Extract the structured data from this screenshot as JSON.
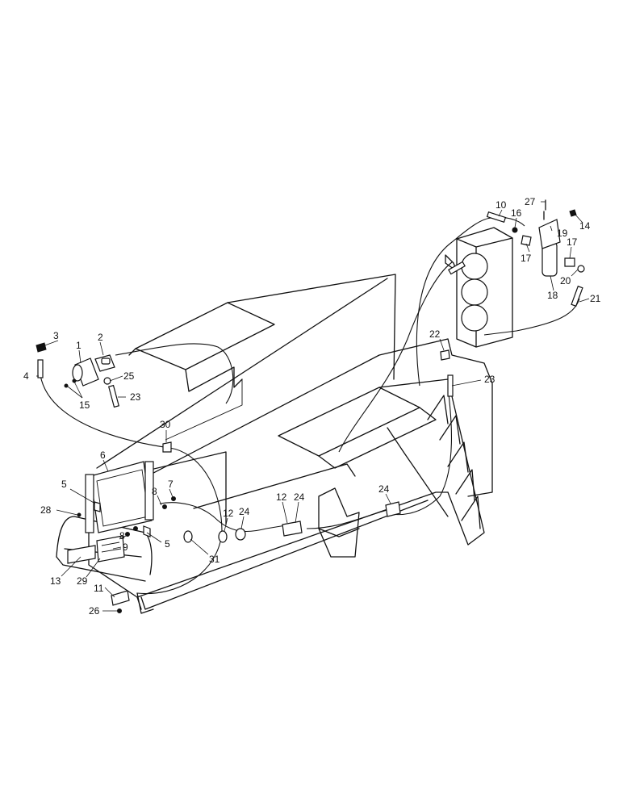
{
  "callouts": [
    {
      "id": "c1",
      "text": "1"
    },
    {
      "id": "c2",
      "text": "2"
    },
    {
      "id": "c3",
      "text": "3"
    },
    {
      "id": "c4",
      "text": "4"
    },
    {
      "id": "c5a",
      "text": "5"
    },
    {
      "id": "c5b",
      "text": "5"
    },
    {
      "id": "c6",
      "text": "6"
    },
    {
      "id": "c7",
      "text": "7"
    },
    {
      "id": "c8a",
      "text": "8"
    },
    {
      "id": "c8b",
      "text": "8"
    },
    {
      "id": "c9",
      "text": "9"
    },
    {
      "id": "c10",
      "text": "10"
    },
    {
      "id": "c11",
      "text": "11"
    },
    {
      "id": "c12a",
      "text": "12"
    },
    {
      "id": "c12b",
      "text": "12"
    },
    {
      "id": "c13",
      "text": "13"
    },
    {
      "id": "c14",
      "text": "14"
    },
    {
      "id": "c15",
      "text": "15"
    },
    {
      "id": "c16",
      "text": "16"
    },
    {
      "id": "c17a",
      "text": "17"
    },
    {
      "id": "c17b",
      "text": "17"
    },
    {
      "id": "c18",
      "text": "18"
    },
    {
      "id": "c19",
      "text": "19"
    },
    {
      "id": "c20",
      "text": "20"
    },
    {
      "id": "c21",
      "text": "21"
    },
    {
      "id": "c22",
      "text": "22"
    },
    {
      "id": "c23a",
      "text": "23"
    },
    {
      "id": "c23b",
      "text": "23"
    },
    {
      "id": "c24a",
      "text": "24"
    },
    {
      "id": "c24b",
      "text": "24"
    },
    {
      "id": "c24c",
      "text": "24"
    },
    {
      "id": "c25",
      "text": "25"
    },
    {
      "id": "c26",
      "text": "26"
    },
    {
      "id": "c27",
      "text": "27"
    },
    {
      "id": "c28",
      "text": "28"
    },
    {
      "id": "c29",
      "text": "29"
    },
    {
      "id": "c30",
      "text": "30"
    },
    {
      "id": "c31",
      "text": "31"
    }
  ]
}
